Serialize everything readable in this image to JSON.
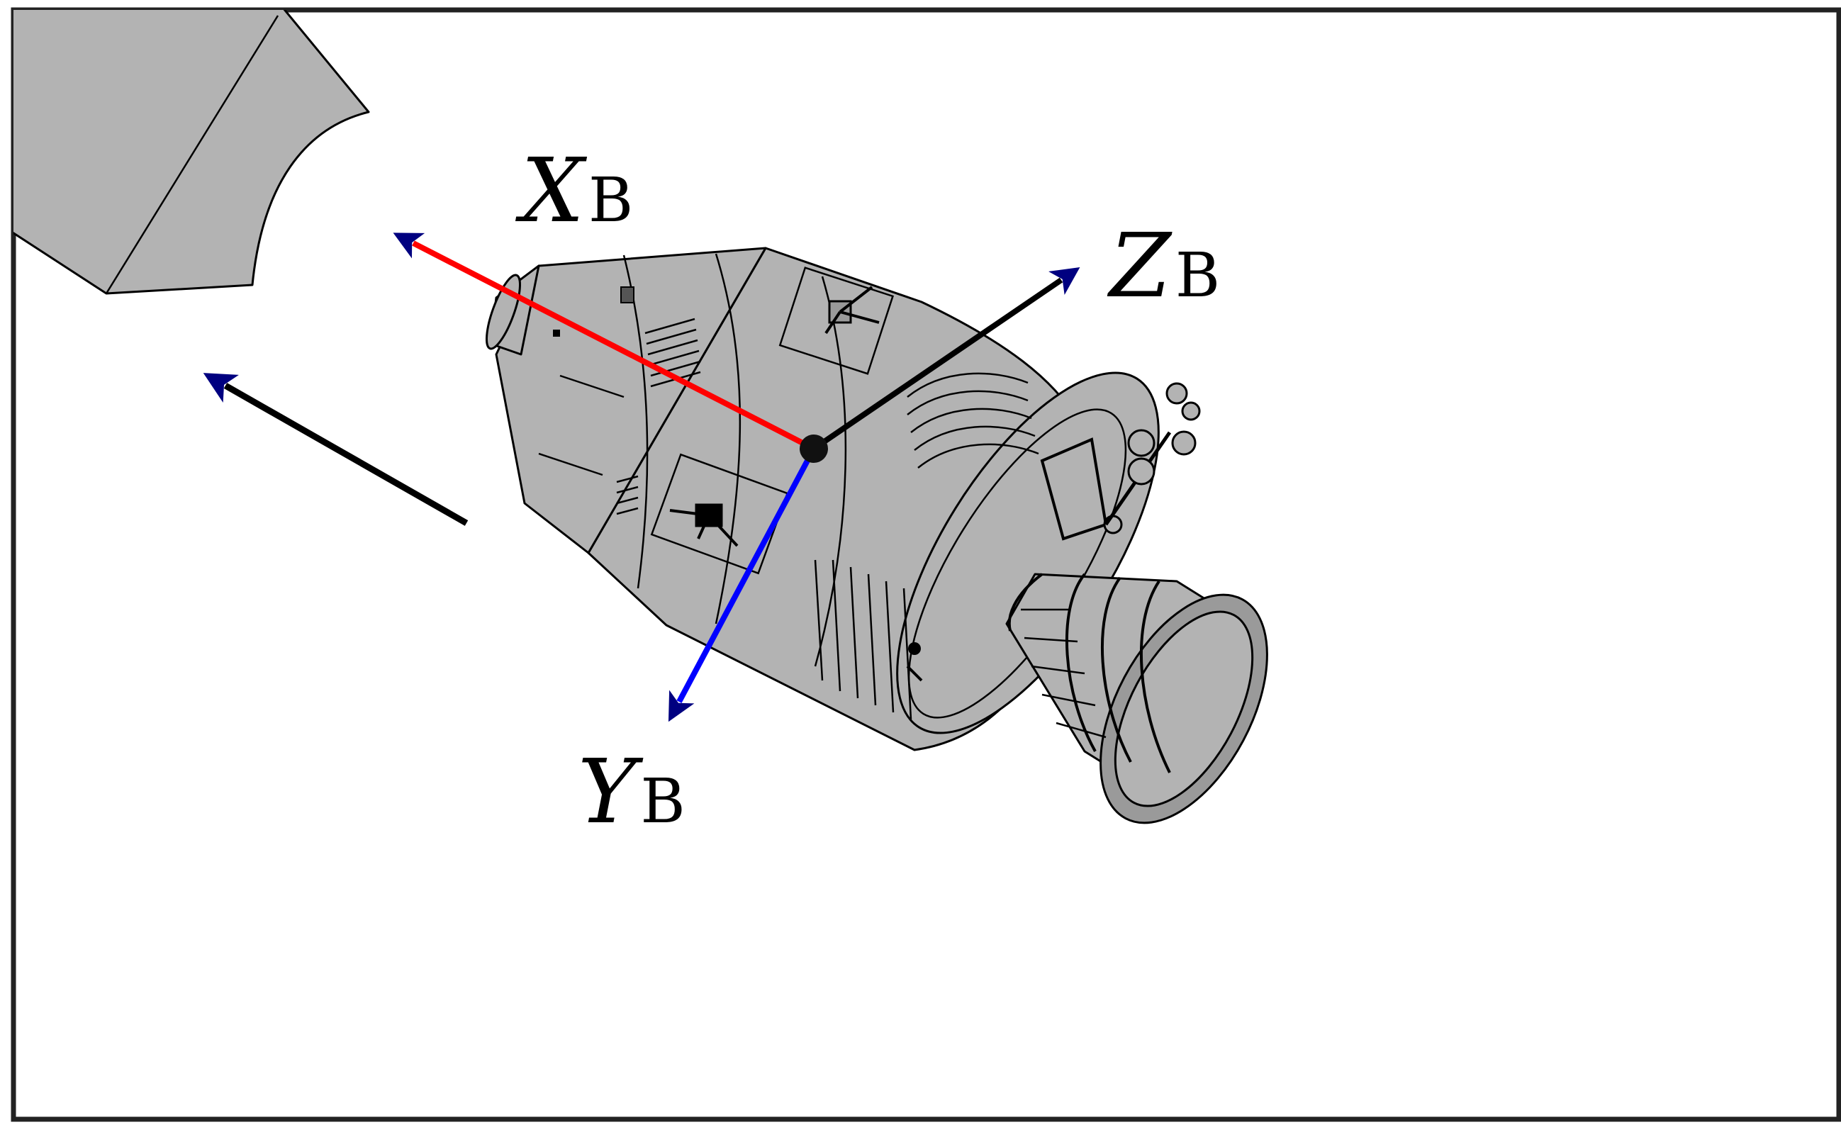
{
  "axes": {
    "x": {
      "symbol": "X",
      "subscript": "B",
      "color": "#ff0000"
    },
    "y": {
      "symbol": "Y",
      "subscript": "B",
      "color": "#0000ff"
    },
    "z": {
      "symbol": "Z",
      "subscript": "B",
      "color": "#000000"
    }
  },
  "colors": {
    "arrowhead": "#000080",
    "hull": "#b3b3b3",
    "frame": "#222222"
  }
}
